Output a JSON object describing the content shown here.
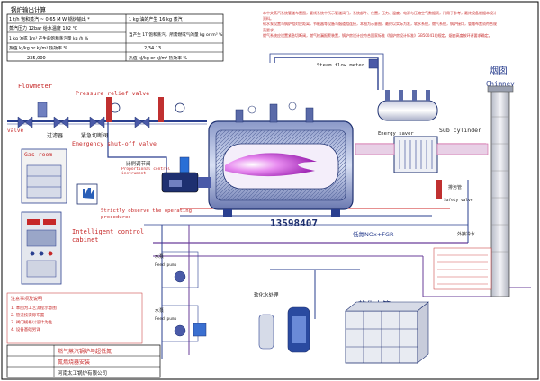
{
  "calc": {
    "title": "锅炉输出计算",
    "r1c1": "1 t/h 饱和蒸汽 ~ 0.65 M W 锅炉输出 *",
    "r1c2": "1 kg 油的产生 16 kg 蒸汽",
    "r2c1": "蒸汽压力 12bar 给水温度    102 ℃",
    "r3c1": "1 kg 油或 1m³ 产生的饱和蒸汽量 kg /h %",
    "r3c2": "当产生 1T 饱和蒸汽，所需燃或气的量 kg or m³ %",
    "r4c1": "热值 kJ/kg or kJ/m³    热效率 %",
    "r4c2": "2,34    13",
    "r5c1": "235,000",
    "r5c2": "热值 kJ/kg or kJ/m³    热效率 %"
  },
  "labels": {
    "flowmeter": "Flowmeter",
    "prv": "Pressure relief valve",
    "valve": "valve",
    "fuel_filter": "过滤器",
    "shutoff_cn": "紧急切断阀",
    "shutoff": "Emergency shut-off valve",
    "gas_room": "Gas room",
    "proportional_cn": "比例调节阀",
    "proportional": "Proportional control instrument",
    "observe": "Strictly observe the operating procedures",
    "intelligent": "Intelligent control cabinet",
    "steam_flow": "Steam flow meter",
    "sub_cyl": "Sub cylinder",
    "energy_saver": "Energy saver",
    "chimney_cn": "烟囱",
    "chimney": "Chimney",
    "phone": "13598407",
    "fgr": "低氮NOx+FGR",
    "water_pump": "水泵",
    "feed_pump": "Feed pump",
    "softened": "软化水箱",
    "water_treat": "软化水处理",
    "safety": "Safety valve",
    "dir_label": "排污管",
    "cold_water": "外接冷水",
    "title_block1": "燃气蒸汽锅炉与超低氮",
    "title_block2": "氮燃烧器安装",
    "company": "河南太工锅炉有限公司"
  },
  "notes": {
    "para1": "本中文蒸汽系统管道布置图，管线系统中所示管道阀门，系统部件、位置，压力、温度，电源与压缩空气数据须，门用于参考，最终设备根据本设计资料。",
    "para2": "给水泵设置与锅炉相对应距离，节能器等设备与烟道相连接，本图为示意图，最终以实际为准，软水系统，燃气系统，锅炉接口，管路布置须符合规范要求。",
    "para3": "燃气系统应设置紧急切断阀，燃气检漏报警装置，锅炉房设计应符合国家标准《锅炉房设计标准》GB50041的规定，烟囱高度按环评要求确定。"
  },
  "bottom_notes": {
    "header": "注意事项及说明",
    "l1": "1. 本图为工艺流程示意图",
    "l2": "2. 管道按实际布置",
    "l3": "3. 阀门规格以设计为准",
    "l4": "4. 设备基础另详"
  },
  "colors": {
    "line": "#2a3f8f",
    "pipe_red": "#cc2222",
    "pipe_purple": "#6a3d9a",
    "dark_blue": "#1e3070",
    "flame": "#c03bd0"
  }
}
